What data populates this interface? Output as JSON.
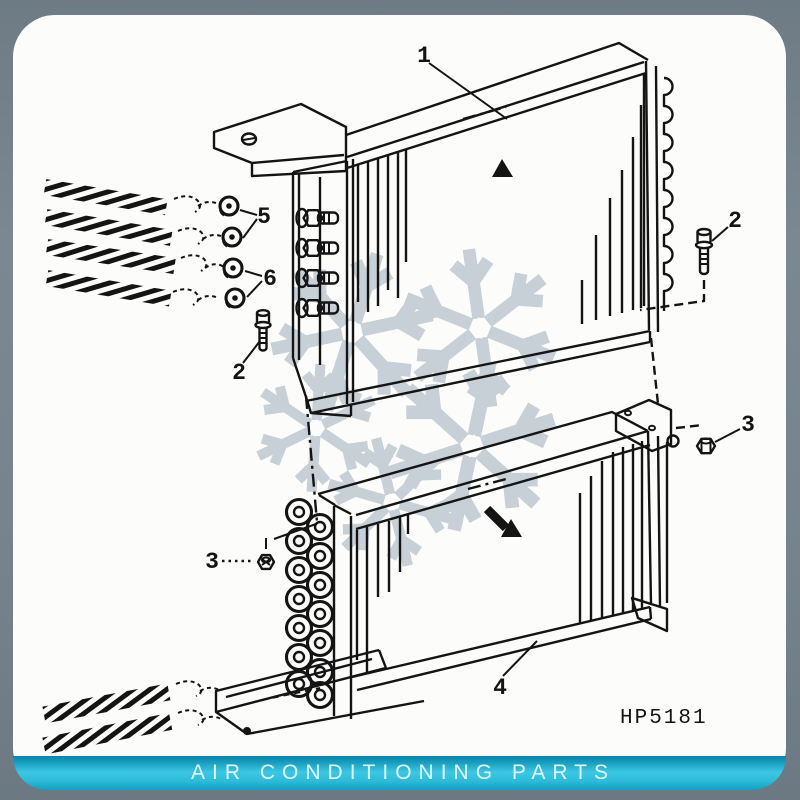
{
  "banner": {
    "title": "AIR CONDITIONING PARTS"
  },
  "diagram": {
    "part_code": "HP5181",
    "callouts": {
      "c1": "1",
      "c2": "2",
      "c3": "3",
      "c4": "4",
      "c5": "5",
      "c6": "6"
    }
  },
  "colors": {
    "frame": "#76838D",
    "paper": "#FCFDFB",
    "ink": "#141414",
    "watermark": "#C7D0D6",
    "banner_top": "#0C87AC",
    "banner_mid": "#3CC8E4",
    "banner_bottom": "#139FC2",
    "banner_text": "#E2F7FB"
  }
}
